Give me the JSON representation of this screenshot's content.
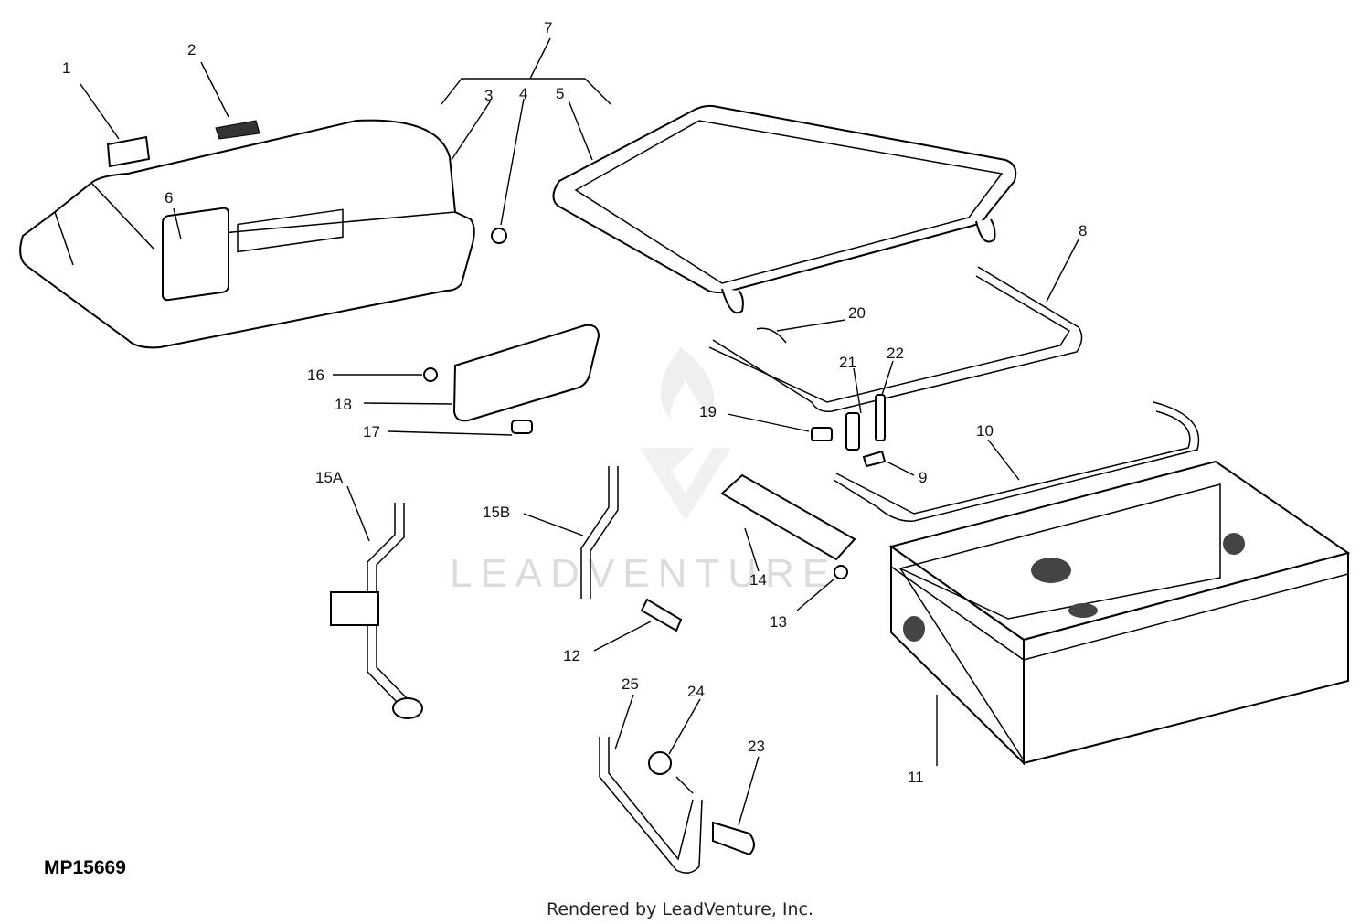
{
  "diagram": {
    "figure_id": "MP15669",
    "credit": "Rendered by LeadVenture, Inc.",
    "watermark": "LEADVENTURE",
    "callouts": [
      "1",
      "2",
      "3",
      "4",
      "5",
      "6",
      "7",
      "8",
      "9",
      "10",
      "11",
      "12",
      "13",
      "14",
      "15A",
      "15B",
      "16",
      "17",
      "18",
      "19",
      "20",
      "21",
      "22",
      "23",
      "24",
      "25"
    ]
  }
}
